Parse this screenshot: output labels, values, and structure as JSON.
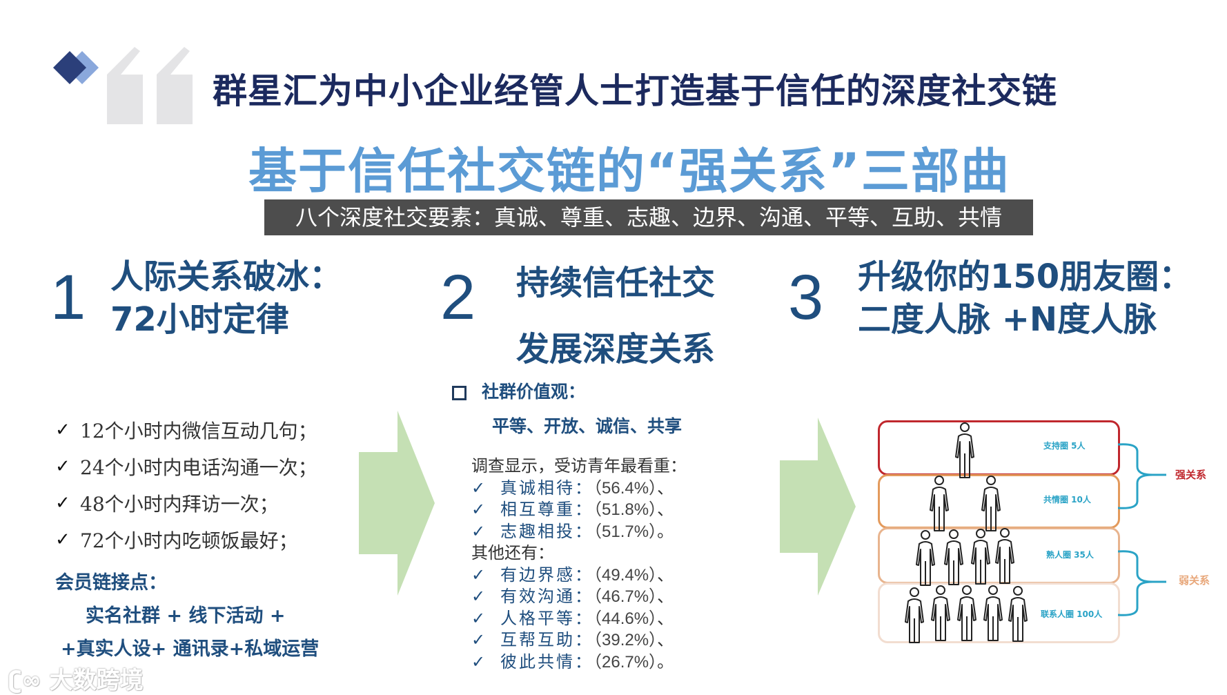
{
  "header": {
    "title": "群星汇为中小企业经管人士打造基于信任的深度社交链",
    "subtitle": "基于信任社交链的“强关系”三部曲",
    "elements_bar": "八个深度社交要素：真诚、尊重、志趣、边界、沟通、平等、互助、共情"
  },
  "colors": {
    "title": "#1c2a5e",
    "subtitle": "#5b9bd5",
    "heading": "#1f4e7e",
    "bar_bg": "#4d4d4d",
    "arrow": "#c5e0b4",
    "layer_support": "#c0272d",
    "layer_empathy": "#e39a5c",
    "layer_acquaint": "#e8b48e",
    "layer_contacts": "#f2ddd0",
    "bracket": "#2aa3c6",
    "strong_label": "#c0272d",
    "weak_label": "#e8a77a"
  },
  "steps": [
    {
      "number": "1",
      "line1": "人际关系破冰：",
      "line2": "72小时定律"
    },
    {
      "number": "2",
      "line1": "持续信任社交",
      "line2": "发展深度关系"
    },
    {
      "number": "3",
      "line1": "升级你的150朋友圈：",
      "line2": "二度人脉 +N度人脉"
    }
  ],
  "rule72": {
    "items": [
      "12个小时内微信互动几句；",
      "24个小时内电话沟通一次；",
      "48个小时内拜访一次；",
      "72个小时内吃顿饭最好；"
    ],
    "check_icon": "✓"
  },
  "member": {
    "title": "会员链接点：",
    "line1": "实名社群 + 线下活动 +",
    "line2": "+真实人设+ 通讯录+私域运营"
  },
  "community": {
    "heading": "社群价值观：",
    "values": "平等、开放、诚信、共享",
    "survey_intro": "调查显示，受访青年最看重：",
    "top": [
      {
        "label": "真诚相待：",
        "pct": "（56.4%）",
        "end": "、"
      },
      {
        "label": "相互尊重：",
        "pct": "（51.8%）",
        "end": "、"
      },
      {
        "label": "志趣相投：",
        "pct": "（51.7%）",
        "end": "。"
      }
    ],
    "others_intro": "其他还有：",
    "others": [
      {
        "label": "有边界感：",
        "pct": "（49.4%）",
        "end": "、"
      },
      {
        "label": "有效沟通：",
        "pct": "（46.7%）",
        "end": "、"
      },
      {
        "label": "人格平等：",
        "pct": "（44.6%）",
        "end": "、"
      },
      {
        "label": "互帮互助：",
        "pct": "（39.2%）",
        "end": "、"
      },
      {
        "label": "彼此共情：",
        "pct": "（26.7%）",
        "end": "。"
      }
    ]
  },
  "circles": {
    "layers": [
      {
        "label": "支持圈 5人",
        "people": 1
      },
      {
        "label": "共情圈 10人",
        "people": 2
      },
      {
        "label": "熟人圈 35人",
        "people": 4
      },
      {
        "label": "联系人圈 100人",
        "people": 5
      }
    ],
    "strong": "强关系",
    "weak": "弱关系"
  },
  "watermark": "大数跨境"
}
